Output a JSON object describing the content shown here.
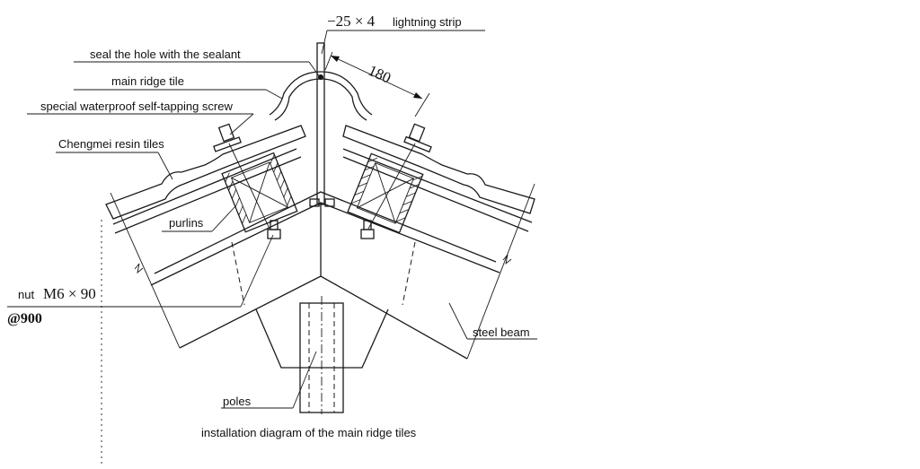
{
  "labels": {
    "lightning_strip_dim": "−25 × 4",
    "lightning_strip": "lightning strip",
    "seal": "seal the hole with the sealant",
    "main_ridge_tile": "main ridge tile",
    "screw": "special waterproof self-tapping screw",
    "resin_tiles": "Chengmei resin tiles",
    "purlins": "purlins",
    "nut_prefix": "nut",
    "nut_spec": "M6 × 90",
    "spacing": "@900",
    "steel_beam": "steel beam",
    "poles": "poles",
    "dimension_180": "180",
    "caption": "installation diagram of the main ridge tiles"
  }
}
